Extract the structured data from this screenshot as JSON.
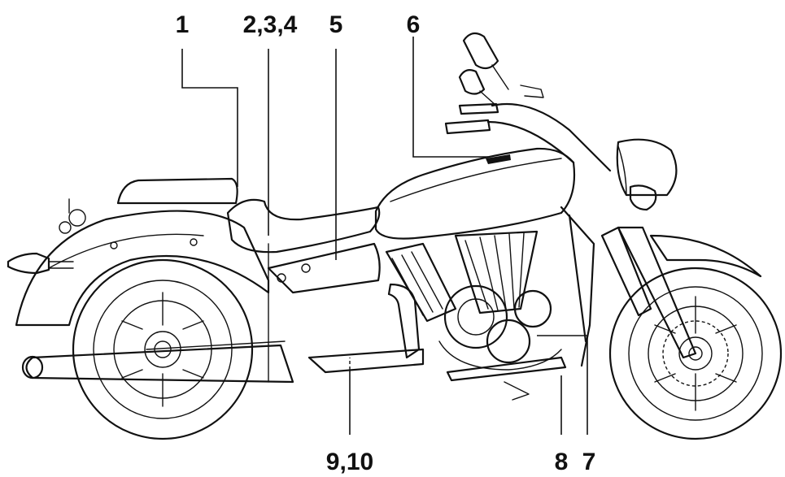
{
  "callouts": [
    {
      "id": "c1",
      "label": "1"
    },
    {
      "id": "c234",
      "label": "2,3,4"
    },
    {
      "id": "c5",
      "label": "5"
    },
    {
      "id": "c6",
      "label": "6"
    },
    {
      "id": "c910",
      "label": "9,10"
    },
    {
      "id": "c8",
      "label": "8"
    },
    {
      "id": "c7",
      "label": "7"
    }
  ]
}
